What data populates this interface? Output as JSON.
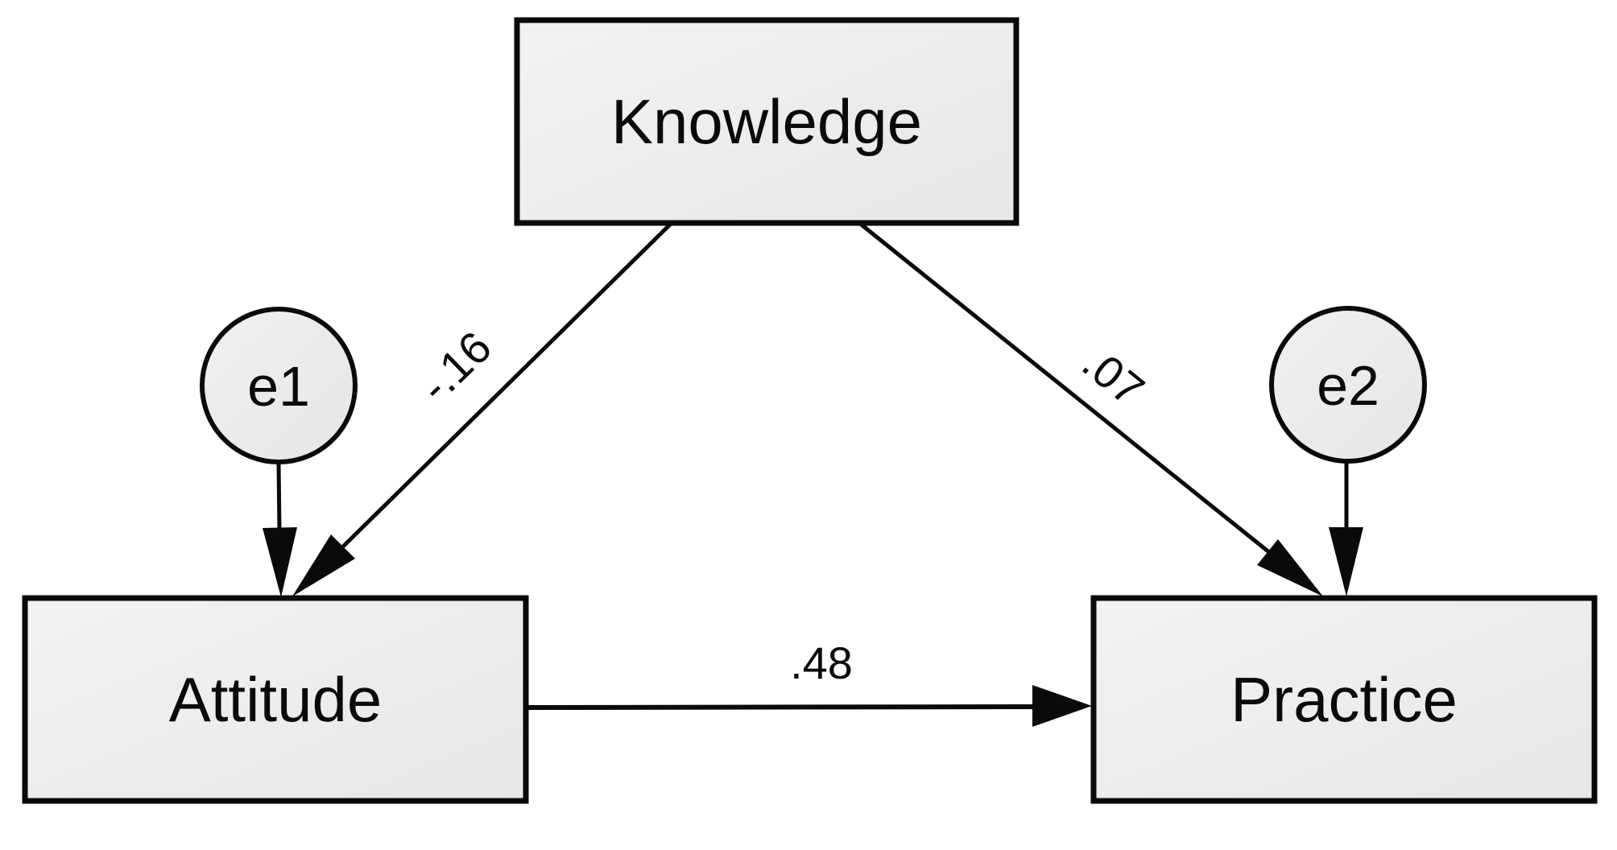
{
  "figure": {
    "type": "sem-path-diagram",
    "background": "#ffffff"
  },
  "nodes": {
    "knowledge": {
      "label": "Knowledge"
    },
    "attitude": {
      "label": "Attitude"
    },
    "practice": {
      "label": "Practice"
    },
    "e1": {
      "label": "e1"
    },
    "e2": {
      "label": "e2"
    }
  },
  "paths": {
    "knowledge_to_attitude": {
      "from": "Knowledge",
      "to": "Attitude",
      "coefficient": "-.16"
    },
    "knowledge_to_practice": {
      "from": "Knowledge",
      "to": "Practice",
      "coefficient": ".07"
    },
    "attitude_to_practice": {
      "from": "Attitude",
      "to": "Practice",
      "coefficient": ".48"
    },
    "e1_to_attitude": {
      "from": "e1",
      "to": "Attitude"
    },
    "e2_to_practice": {
      "from": "e2",
      "to": "Practice"
    }
  },
  "colors": {
    "node_fill_light": "#f2f2f2",
    "node_fill_dark": "#e7e7e7",
    "border": "#0a0a0a",
    "line": "#0a0a0a",
    "text": "#0a0a0a"
  }
}
